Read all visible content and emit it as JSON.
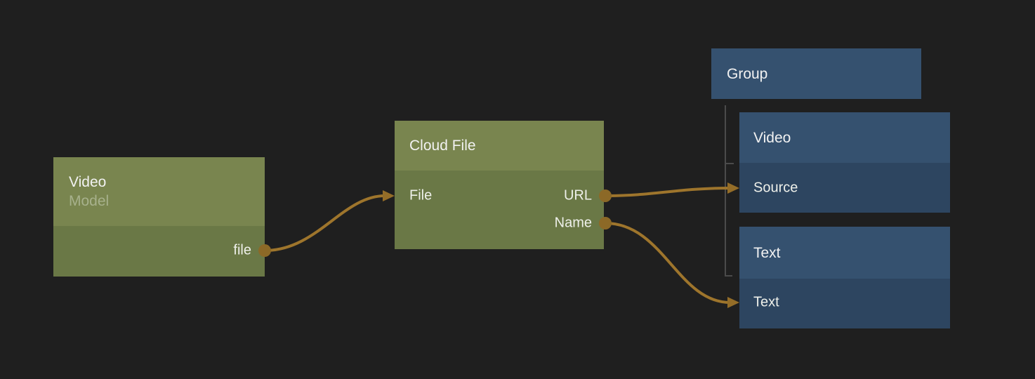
{
  "canvas": {
    "background": "#1f1f1f",
    "wire_color": "#9e752c",
    "port_dot_color": "#8c6927",
    "group_tree_line_color": "#4b4b4b",
    "green_node_header_color": "#79854f",
    "green_node_body_color": "#6a7846",
    "blue_node_header_color": "#35516f",
    "blue_node_body_color": "#2d4560"
  },
  "nodes": {
    "video_model": {
      "title": "Video",
      "subtitle": "Model",
      "outputs": [
        {
          "label": "file"
        }
      ]
    },
    "cloud_file": {
      "title": "Cloud File",
      "inputs": [
        {
          "label": "File"
        }
      ],
      "outputs": [
        {
          "label": "URL"
        },
        {
          "label": "Name"
        }
      ]
    },
    "group": {
      "title": "Group"
    },
    "group_video": {
      "title": "Video",
      "inputs": [
        {
          "label": "Source"
        }
      ]
    },
    "group_text": {
      "title": "Text",
      "inputs": [
        {
          "label": "Text"
        }
      ]
    }
  },
  "edges": [
    {
      "from_node": "Video (Model)",
      "from_port": "file",
      "to_node": "Cloud File",
      "to_port": "File"
    },
    {
      "from_node": "Cloud File",
      "from_port": "URL",
      "to_node": "Video",
      "to_port": "Source"
    },
    {
      "from_node": "Cloud File",
      "from_port": "Name",
      "to_node": "Text",
      "to_port": "Text"
    }
  ],
  "group_membership": {
    "parent": "Group",
    "children": [
      "Video",
      "Text"
    ]
  }
}
